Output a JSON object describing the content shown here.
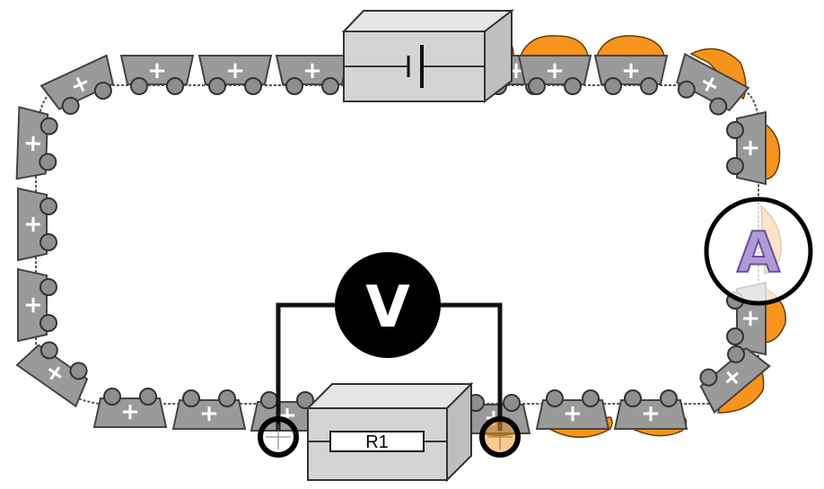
{
  "diagram": {
    "voltmeter_symbol": "V",
    "ammeter_symbol": "A",
    "resistor_label": "R1",
    "cart_symbol": "+",
    "battery_icon": "battery-symbol-icon",
    "colors": {
      "cart": "#9a9a9a",
      "load": "#f7941d",
      "box": "#d4d4d4",
      "wire": "#111111",
      "voltmeter": "#000000",
      "ammeter_letter": "#b09bd6"
    }
  }
}
